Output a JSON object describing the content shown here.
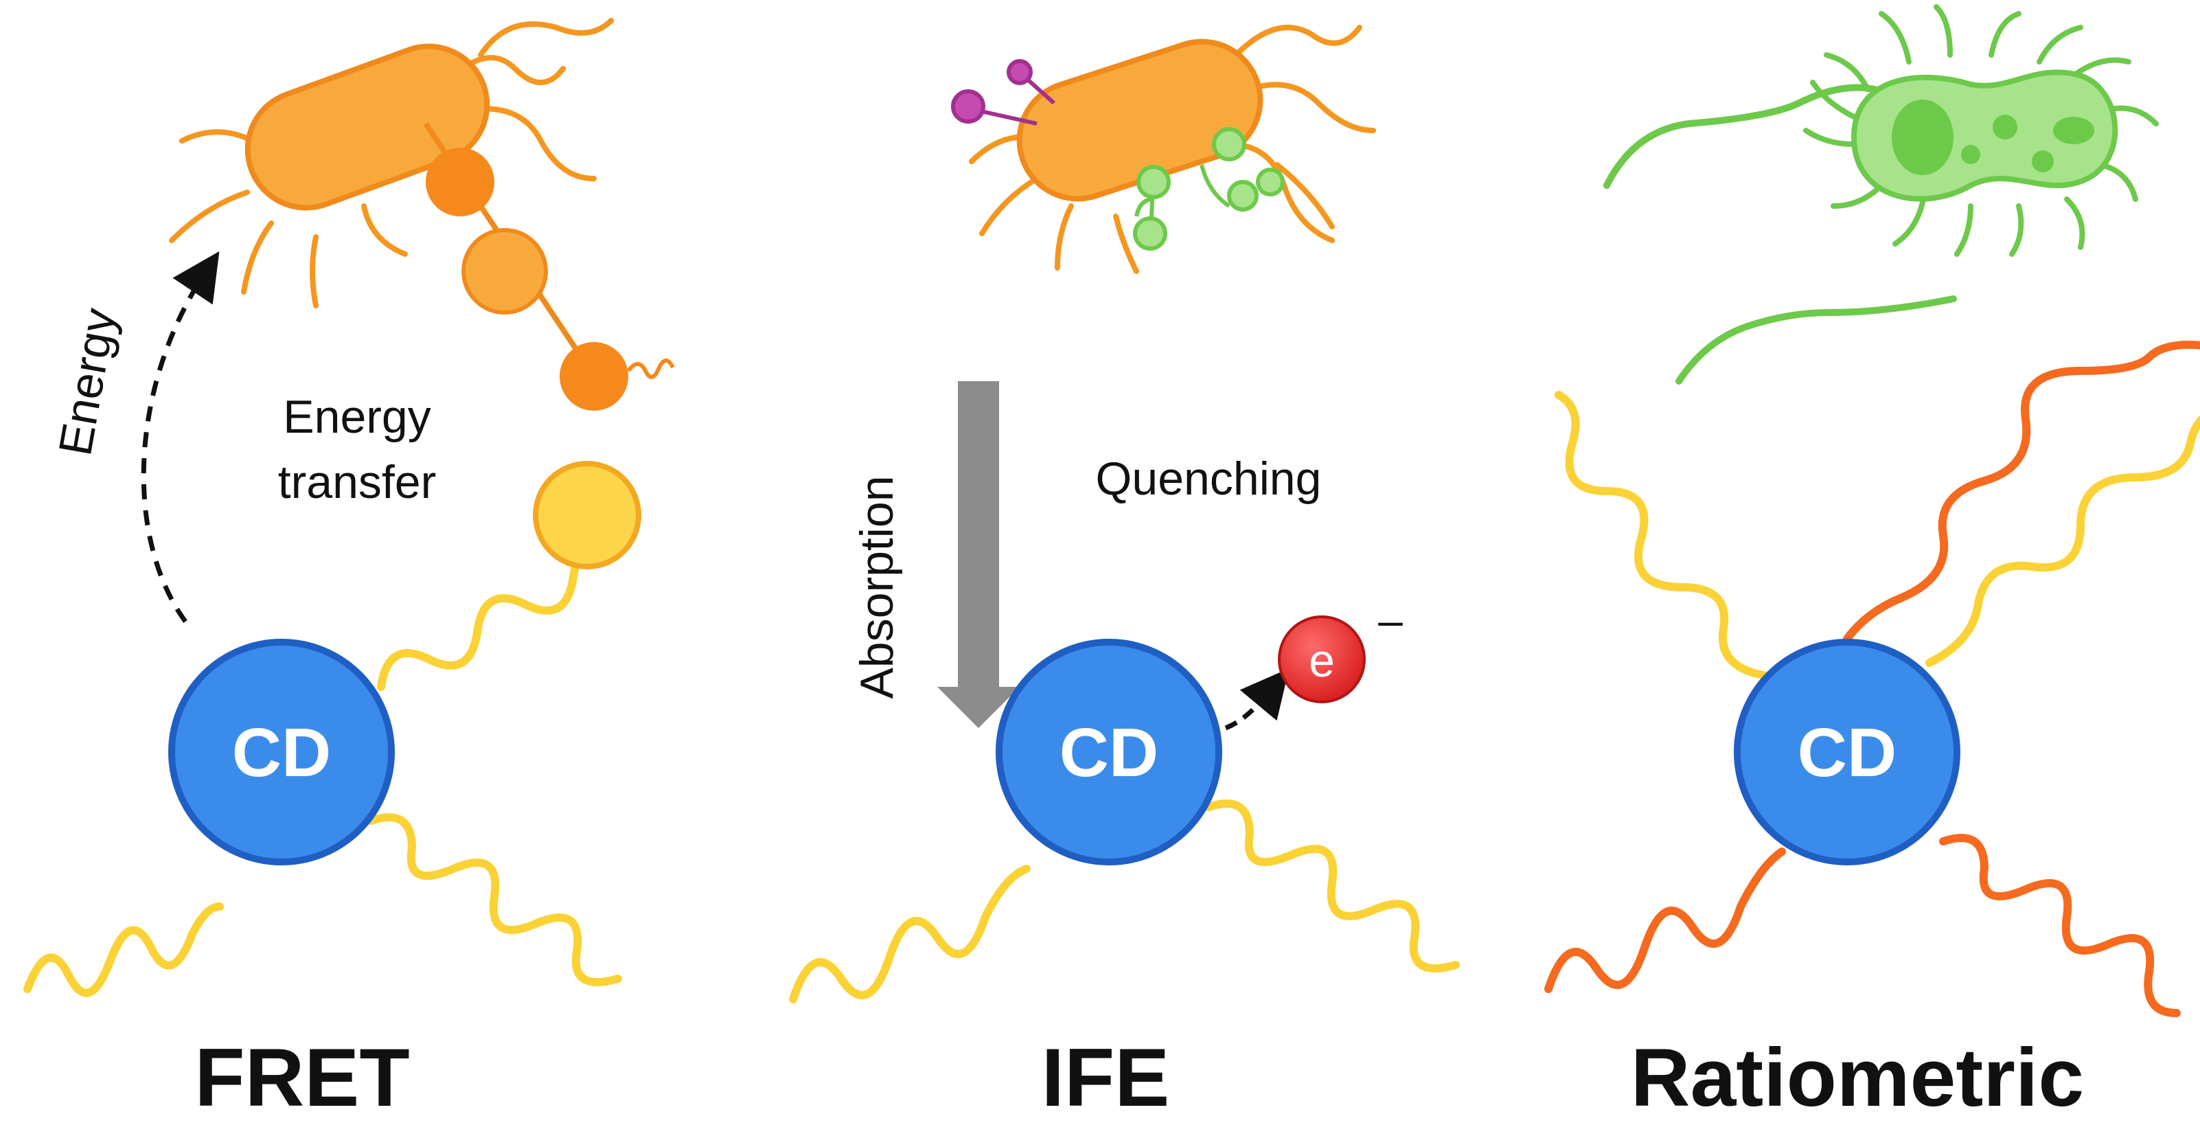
{
  "panels": [
    {
      "title": "FRET",
      "cd_label": "CD",
      "arrow_label": "Energy",
      "mechanism_line1": "Energy",
      "mechanism_line2": "transfer"
    },
    {
      "title": "IFE",
      "cd_label": "CD",
      "arrow_label": "Absorption",
      "mechanism": "Quenching",
      "electron": "e",
      "electron_charge": "–"
    },
    {
      "title": "Ratiometric",
      "cd_label": "CD"
    }
  ],
  "colors": {
    "cd_fill": "#3b8cea",
    "cd_stroke": "#1f5fc4",
    "yellow_wave": "#fbd235",
    "orange_wave": "#f56a1f",
    "bacterium_orange": "#f8a93c",
    "bacterium_orange_stroke": "#f08a1c",
    "bacterium_green": "#8edb66",
    "bacterium_green_stroke": "#5cc23a",
    "electron_red": "#ef2a2a",
    "absorption_gray": "#8c8c8c",
    "probe_purple": "#a3308f"
  }
}
